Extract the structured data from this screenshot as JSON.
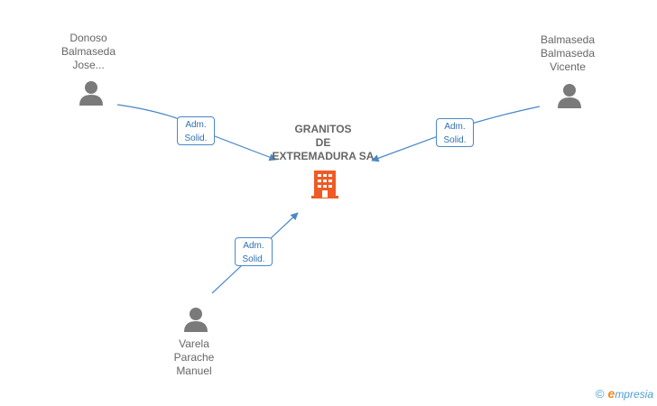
{
  "company": {
    "name_lines": [
      "GRANITOS",
      "DE",
      "EXTREMADURA SA"
    ],
    "icon": "building-icon",
    "color": "#f05a24"
  },
  "people": [
    {
      "id": "p1",
      "name_lines": [
        "Donoso",
        "Balmaseda",
        "Jose..."
      ],
      "icon": "person-icon"
    },
    {
      "id": "p2",
      "name_lines": [
        "Balmaseda",
        "Balmaseda",
        "Vicente"
      ],
      "icon": "person-icon"
    },
    {
      "id": "p3",
      "name_lines": [
        "Varela",
        "Parache",
        "Manuel"
      ],
      "icon": "person-icon"
    }
  ],
  "relations": [
    {
      "from": "p1",
      "role_lines": [
        "Adm.",
        "Solid."
      ]
    },
    {
      "from": "p2",
      "role_lines": [
        "Adm.",
        "Solid."
      ]
    },
    {
      "from": "p3",
      "role_lines": [
        "Adm.",
        "Solid."
      ]
    }
  ],
  "colors": {
    "edge": "#4a88c8",
    "person": "#7a7a7a",
    "text": "#666666"
  },
  "brand": {
    "copyright": "©",
    "initial": "e",
    "rest": "mpresia"
  }
}
